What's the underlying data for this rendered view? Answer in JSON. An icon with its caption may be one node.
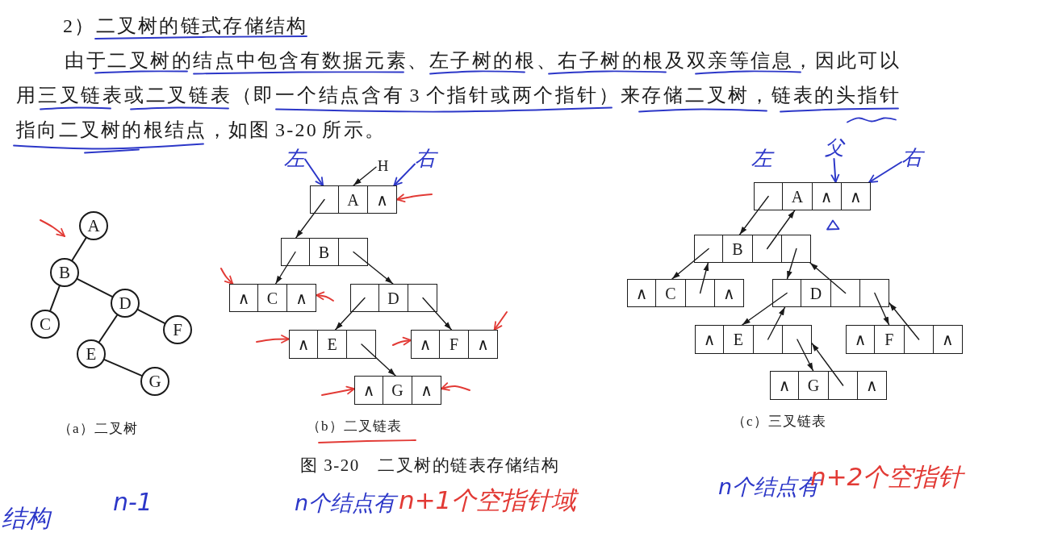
{
  "diagram": {
    "title": "2）二叉树的链式存储结构",
    "caption": "图 3-20　二叉树的链表存储结构",
    "nodes": [
      {
        "text": [
          "A"
        ]
      },
      {
        "text": [
          "B"
        ]
      },
      {
        "text": [
          "C"
        ]
      },
      {
        "text": [
          "D"
        ]
      },
      {
        "text": [
          "E"
        ]
      },
      {
        "text": [
          "F"
        ]
      },
      {
        "text": [
          "G"
        ]
      },
      {
        "text": [
          "左"
        ]
      },
      {
        "text": [
          "H"
        ]
      },
      {
        "text": [
          "右"
        ]
      },
      {
        "text": [],
        "shape": "box"
      },
      {
        "text": [
          "A"
        ]
      },
      {
        "text": [
          "∧"
        ]
      },
      {
        "text": [],
        "shape": "box"
      },
      {
        "text": [
          "B"
        ]
      },
      {
        "text": [],
        "shape": "box"
      },
      {
        "text": [
          "∧"
        ]
      },
      {
        "text": [
          "C"
        ]
      },
      {
        "text": [
          "∧"
        ]
      },
      {
        "text": [],
        "shape": "box"
      },
      {
        "text": [
          "D"
        ]
      },
      {
        "text": [],
        "shape": "box"
      },
      {
        "text": [
          "∧"
        ]
      },
      {
        "text": [
          "E"
        ]
      },
      {
        "text": [],
        "shape": "box"
      },
      {
        "text": [
          "∧"
        ]
      },
      {
        "text": [
          "F"
        ]
      },
      {
        "text": [
          "∧"
        ]
      },
      {
        "text": [
          "∧"
        ]
      },
      {
        "text": [
          "G"
        ]
      },
      {
        "text": [
          "∧"
        ]
      },
      {
        "text": [
          "父"
        ]
      },
      {
        "text": [
          "右"
        ]
      },
      {
        "text": [],
        "shape": "box"
      },
      {
        "text": [
          "A"
        ]
      },
      {
        "text": [
          "∧"
        ]
      },
      {
        "text": [
          "∧"
        ]
      },
      {
        "text": [],
        "shape": "box"
      },
      {
        "text": [
          "B"
        ]
      },
      {
        "text": [],
        "shape": "box"
      },
      {
        "text": [],
        "shape": "box"
      },
      {
        "text": [
          "∧"
        ]
      },
      {
        "text": [
          "C"
        ]
      },
      {
        "text": [],
        "shape": "box"
      },
      {
        "text": [
          "∧"
        ]
      },
      {
        "text": [],
        "shape": "box"
      },
      {
        "text": [
          "D"
        ]
      },
      {
        "text": [],
        "shape": "box"
      },
      {
        "text": [],
        "shape": "box"
      },
      {
        "text": [
          "∧"
        ]
      },
      {
        "text": [
          "E"
        ]
      },
      {
        "text": [],
        "shape": "box"
      },
      {
        "text": [],
        "shape": "box"
      },
      {
        "text": [
          "∧"
        ]
      },
      {
        "text": [
          "F"
        ]
      },
      {
        "text": [],
        "shape": "box"
      },
      {
        "text": [
          "∧"
        ]
      },
      {
        "text": [
          "∧"
        ]
      },
      {
        "text": [
          "G"
        ]
      },
      {
        "text": [],
        "shape": "box"
      },
      {
        "text": [
          "∧"
        ]
      }
    ],
    "edges": [
      {
        "from": 0,
        "to": 1,
        "arrow": "none"
      },
      {
        "from": 1,
        "to": 2,
        "arrow": "none"
      },
      {
        "from": 1,
        "to": 3,
        "arrow": "none"
      },
      {
        "from": 3,
        "to": 4,
        "arrow": "none"
      },
      {
        "from": 3,
        "to": 5,
        "arrow": "none"
      },
      {
        "from": 4,
        "to": 6,
        "arrow": "none"
      },
      {
        "from": 8,
        "to": 11,
        "arrow": "to"
      },
      {
        "from": 10,
        "to": 13,
        "arrow": "to"
      },
      {
        "from": 13,
        "to": 17,
        "arrow": "to"
      },
      {
        "from": 15,
        "to": 20,
        "arrow": "to"
      },
      {
        "from": 19,
        "to": 23,
        "arrow": "to"
      },
      {
        "from": 21,
        "to": 26,
        "arrow": "to"
      },
      {
        "from": 24,
        "to": 29,
        "arrow": "to"
      },
      {
        "from": 33,
        "to": 38,
        "arrow": "to"
      },
      {
        "from": 39,
        "to": 34,
        "arrow": "to"
      },
      {
        "from": 37,
        "to": 42,
        "arrow": "to"
      },
      {
        "from": 43,
        "to": 37,
        "arrow": "to"
      },
      {
        "from": 40,
        "to": 45,
        "arrow": "to"
      },
      {
        "from": 47,
        "to": 40,
        "arrow": "to"
      },
      {
        "from": 45,
        "to": 50,
        "arrow": "to"
      },
      {
        "from": 51,
        "to": 45,
        "arrow": "to"
      },
      {
        "from": 48,
        "to": 54,
        "arrow": "to"
      },
      {
        "from": 55,
        "to": 48,
        "arrow": "to"
      },
      {
        "from": 52,
        "to": 58,
        "arrow": "to"
      },
      {
        "from": 59,
        "to": 52,
        "arrow": "to"
      },
      {
        "from": 7,
        "to": 10,
        "arrow": "to",
        "color": "#2c37c8"
      },
      {
        "from": 9,
        "to": 12,
        "arrow": "to",
        "color": "#2c37c8"
      },
      {
        "from": null,
        "to": 12,
        "arrow": "to",
        "color": "#e23a35"
      },
      {
        "from": null,
        "to": 16,
        "arrow": "to",
        "color": "#e23a35"
      },
      {
        "from": null,
        "to": 18,
        "arrow": "to",
        "color": "#e23a35"
      },
      {
        "from": null,
        "to": 22,
        "arrow": "to",
        "color": "#e23a35"
      },
      {
        "from": null,
        "to": 25,
        "arrow": "to",
        "color": "#e23a35"
      },
      {
        "from": null,
        "to": 27,
        "arrow": "to",
        "color": "#e23a35"
      },
      {
        "from": null,
        "to": 28,
        "arrow": "to",
        "color": "#e23a35"
      },
      {
        "from": null,
        "to": 30,
        "arrow": "to",
        "color": "#e23a35"
      },
      {
        "from": 31,
        "to": 35,
        "arrow": "to",
        "color": "#2c37c8"
      },
      {
        "from": 32,
        "to": 36,
        "arrow": "to",
        "color": "#2c37c8"
      }
    ],
    "labels": [
      "由于二叉树的结点中包含有数据元素、左子树的根、右子树的根及双亲等信息，因此可以用三叉链表或二叉链表（即一个结点含有 3 个指针或两个指针）来存储二叉树，链表的头指针指向二叉树的根结点，如图 3-20 所示。",
      "左",
      "（a）二叉树",
      "（b）二叉链表",
      "（c）三叉链表",
      "结构",
      "n-1",
      "n个结点有",
      "n+1个空指针域",
      "n个结点有",
      "n+2个空指针"
    ]
  }
}
